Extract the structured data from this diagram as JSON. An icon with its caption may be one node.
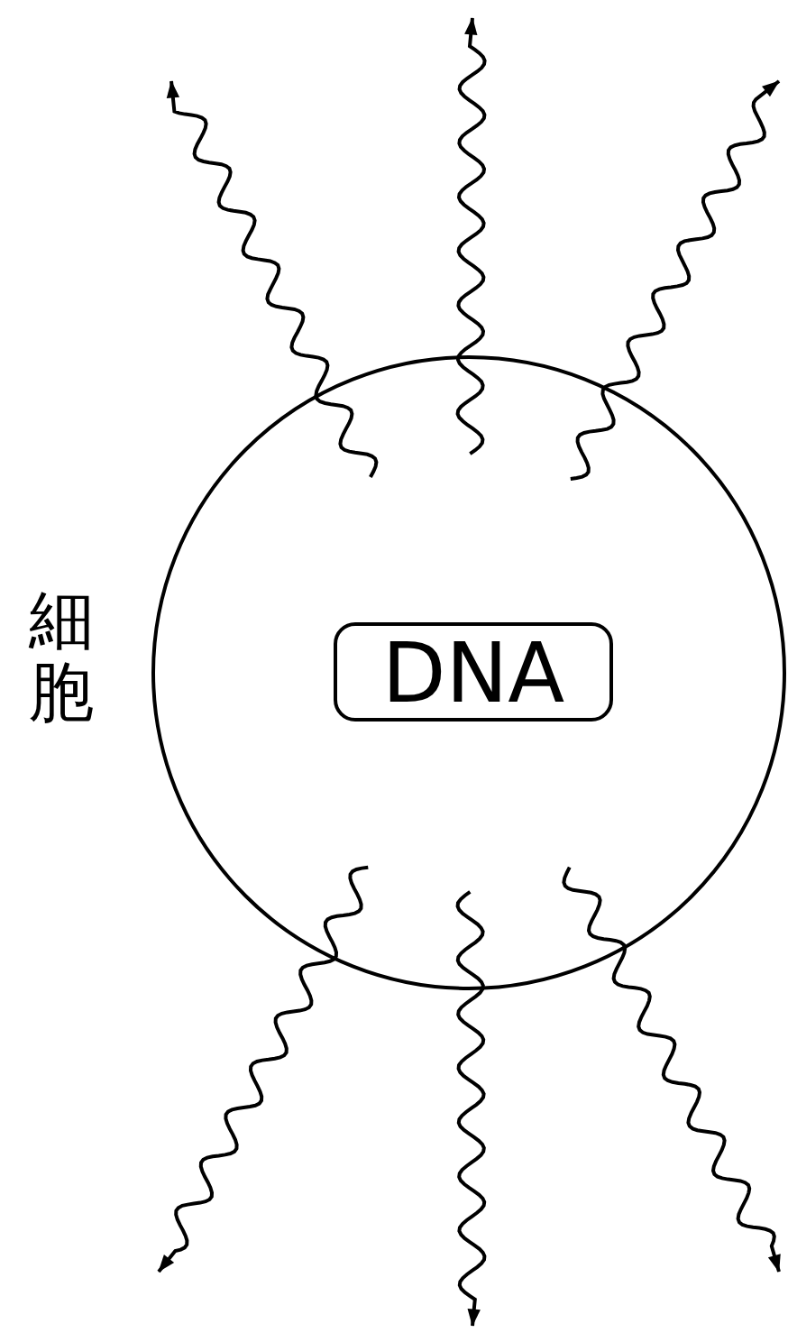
{
  "diagram": {
    "nodes": [
      {
        "text": [],
        "shape": "circle",
        "beside": [
          "細胞"
        ]
      },
      {
        "text": [
          "DNA"
        ],
        "in": 0
      }
    ]
  }
}
